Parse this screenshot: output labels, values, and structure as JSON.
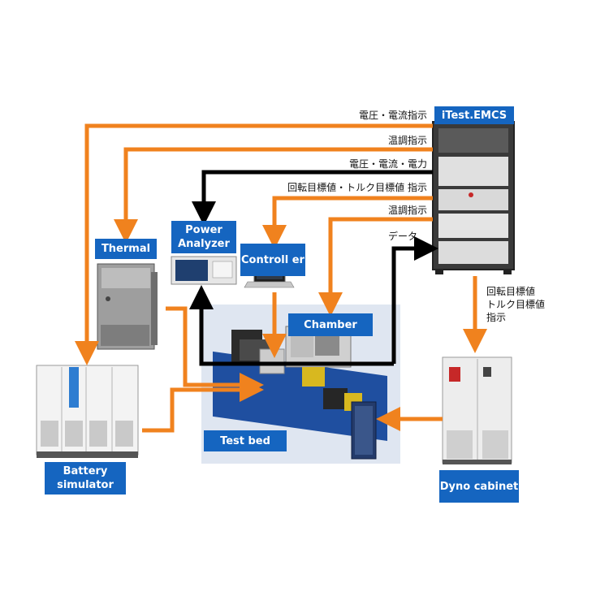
{
  "colors": {
    "orange": "#f0821e",
    "black": "#000000",
    "label_bg": "#1565c0",
    "label_text": "#ffffff"
  },
  "labels": {
    "itest": "iTest.EMCS",
    "thermal": "Thermal",
    "power_analyzer": "Power Analyzer",
    "controller": "Controll er",
    "chamber": "Chamber",
    "test_bed": "Test bed",
    "battery_simulator": "Battery simulator",
    "dyno_cabinet": "Dyno cabinet"
  },
  "signals": {
    "voltage_current_command": "電圧・電流指示",
    "temp_control_command_1": "温調指示",
    "voltage_current_power": "電圧・電流・電力",
    "rotation_torque_target_command": "回転目標値・トルク目標値 指示",
    "temp_control_command_2": "温調指示",
    "data": "データ",
    "dyno_command_line1": "回転目標値",
    "dyno_command_line2": "トルク目標値",
    "dyno_command_line3": "指示"
  }
}
